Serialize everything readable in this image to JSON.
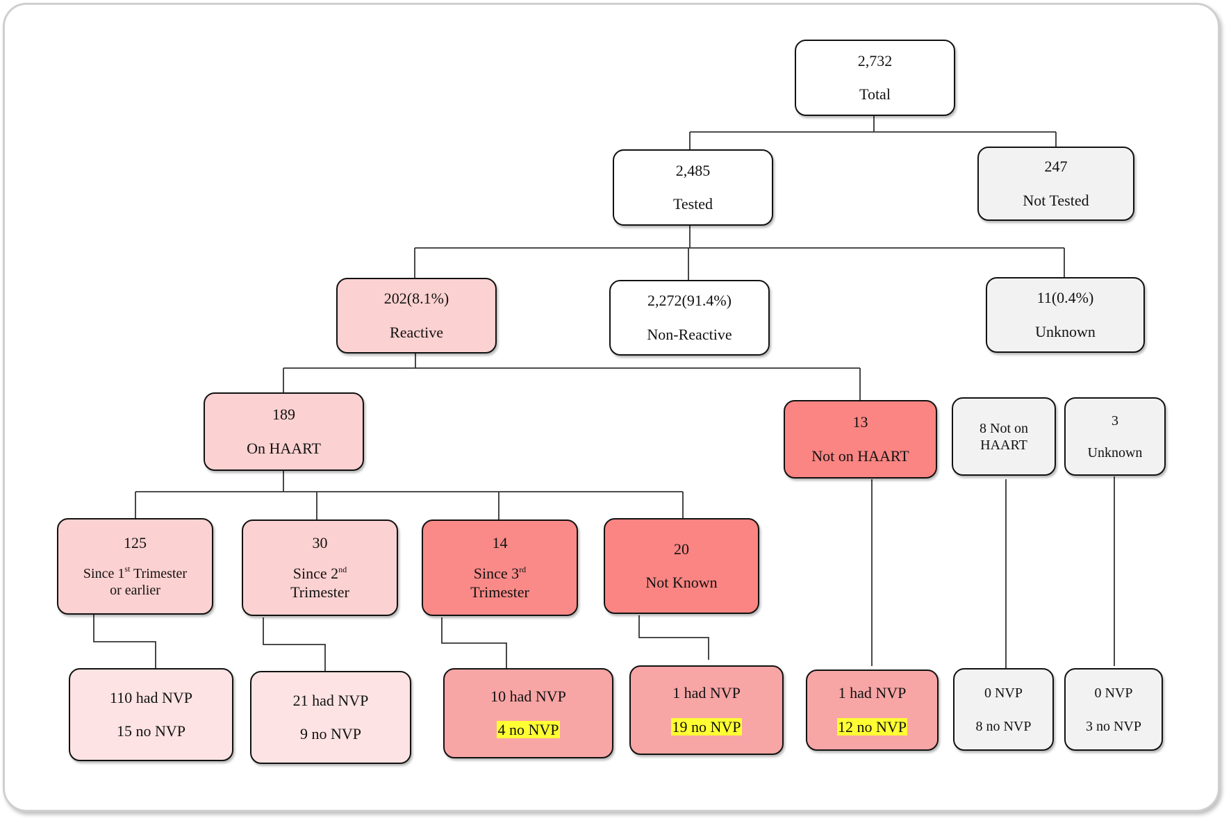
{
  "total": {
    "value": "2,732",
    "label": "Total"
  },
  "tested": {
    "value": "2,485",
    "label": "Tested"
  },
  "not_tested": {
    "value": "247",
    "label": "Not Tested"
  },
  "reactive": {
    "value": "202(8.1%)",
    "label": "Reactive"
  },
  "non_reactive": {
    "value": "2,272(91.4%)",
    "label": "Non-Reactive"
  },
  "unknown_result": {
    "value": "11(0.4%)",
    "label": "Unknown"
  },
  "on_haart": {
    "value": "189",
    "label": "On HAART"
  },
  "not_on_haart": {
    "value": "13",
    "label": "Not on HAART"
  },
  "unknown_not_on_haart": {
    "line1": "8 Not on",
    "line2": "HAART"
  },
  "unknown_unknown": {
    "value": "3",
    "label": "Unknown"
  },
  "since_1st": {
    "value": "125",
    "label_pre": "Since 1",
    "label_sup": "st",
    "label_post": " Trimester",
    "label_line2": "or earlier"
  },
  "since_2nd": {
    "value": "30",
    "label_pre": "Since 2",
    "label_sup": "nd",
    "label_line2": "Trimester"
  },
  "since_3rd": {
    "value": "14",
    "label_pre": "Since 3",
    "label_sup": "rd",
    "label_line2": "Trimester"
  },
  "not_known": {
    "value": "20",
    "label": "Not Known"
  },
  "outcome_1st": {
    "had": "110 had NVP",
    "no": "15 no NVP"
  },
  "outcome_2nd": {
    "had": "21 had NVP",
    "no": "9 no NVP"
  },
  "outcome_3rd": {
    "had": "10 had NVP",
    "no": "4 no NVP"
  },
  "outcome_not_known": {
    "had": "1 had NVP",
    "no": "19 no NVP"
  },
  "outcome_not_on_haart": {
    "had": "1 had NVP",
    "no": "12 no NVP"
  },
  "outcome_unknown_not_on_haart": {
    "had": "0 NVP",
    "no": "8 no NVP"
  },
  "outcome_unknown_unknown": {
    "had": "0 NVP",
    "no": "3 no NVP"
  },
  "colors": {
    "highlight": "#ffff33",
    "pale_pink": "#fde3e3",
    "light_pink": "#fcd1d1",
    "salmon": "#f98a88",
    "grey": "#f2f2f2"
  }
}
